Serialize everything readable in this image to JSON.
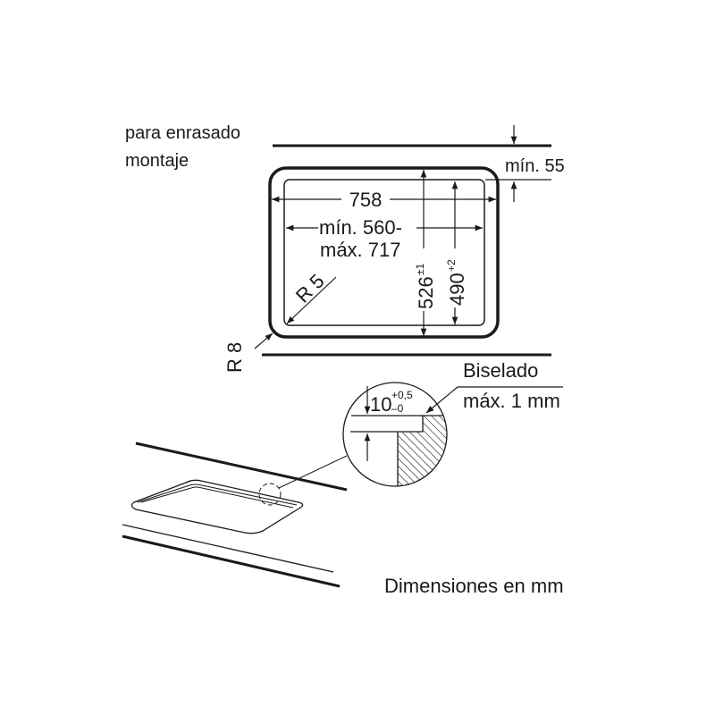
{
  "labels": {
    "flush_mount_line1": "para enrasado",
    "flush_mount_line2": "montaje",
    "min_depth": "mín. 55",
    "width_outer": "758",
    "width_inner_line1": "mín. 560-",
    "width_inner_line2": "máx. 717",
    "height_outer": "526",
    "height_outer_tol": "±1",
    "height_inner": "490",
    "height_inner_tol": "+2",
    "radius_inner": "R 5",
    "radius_outer": "R 8",
    "bevel_line1": "Biselado",
    "bevel_line2": "máx. 1 mm",
    "rebate_depth": "10",
    "rebate_tol_plus": "+0,5",
    "rebate_tol_minus": "–0",
    "units_note": "Dimensiones en mm"
  },
  "colors": {
    "ink": "#1a1a1a",
    "background": "#ffffff"
  }
}
